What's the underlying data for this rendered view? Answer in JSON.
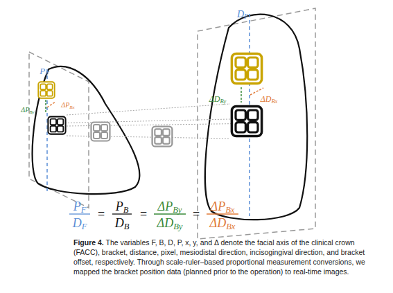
{
  "diagram": {
    "caption": "Figure 4. The variables F, B, D, P, x, y, and Δ denote the facial axis of the clinical crown (FACC), bracket, distance, pixel, mesiodistal direction, incisogingival direction, and bracket offset, respectively. Through scale-ruler–based proportional measurement conversions, we mapped the bracket position data (planned prior to the operation) to real-time images.",
    "labels": [
      "PF",
      "ΔPBy",
      "ΔPBx",
      "DF",
      "ΔDBy",
      "ΔDBx",
      "PF",
      "DF",
      "=",
      "PB",
      "DB",
      "=",
      "ΔPBy",
      "ΔDBy",
      "=",
      "ΔPBx",
      "ΔDBx"
    ]
  }
}
